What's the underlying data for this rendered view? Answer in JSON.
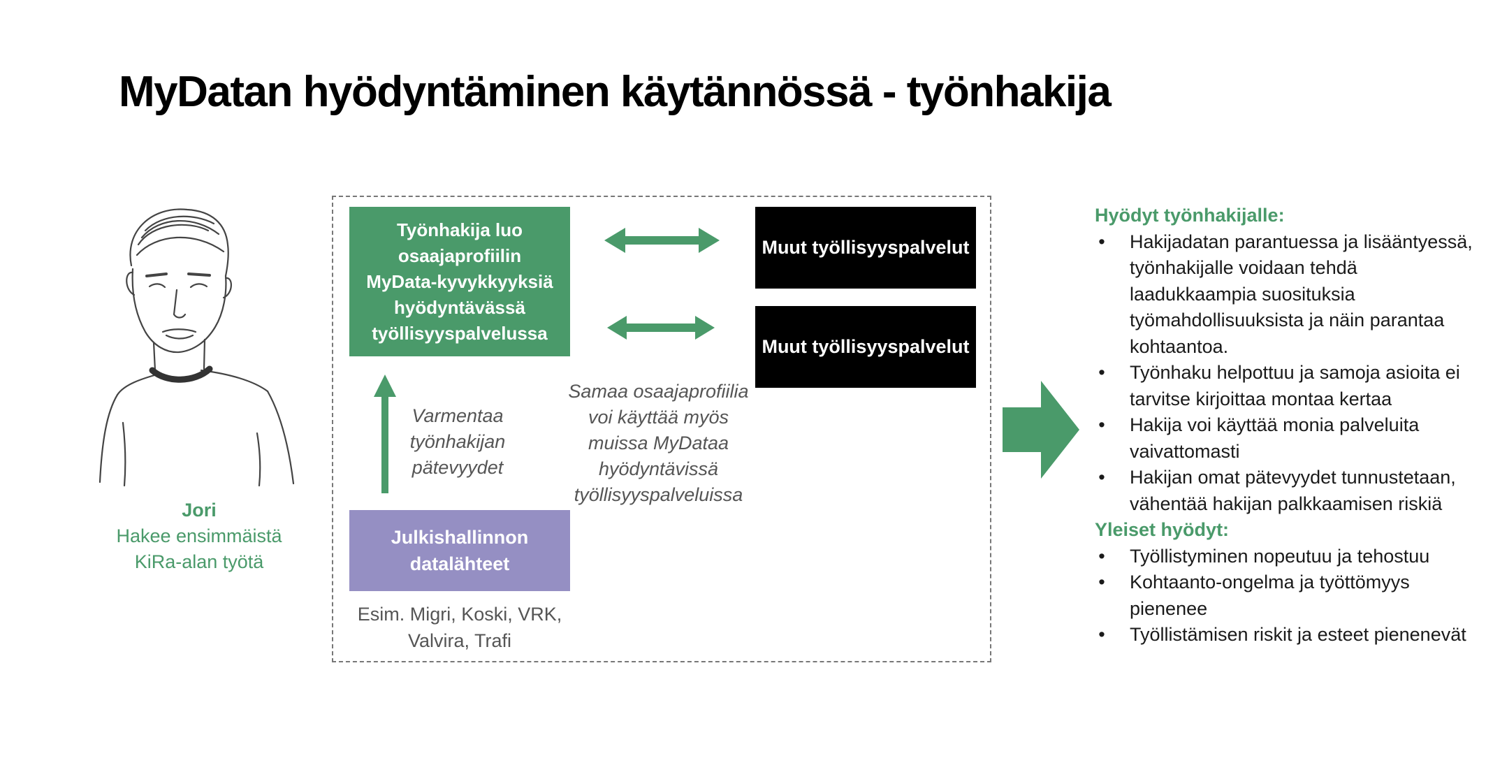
{
  "title": "MyDatan hyödyntäminen käytännössä - työnhakija",
  "person": {
    "name": "Jori",
    "desc_line1": "Hakee ensimmäistä",
    "desc_line2": "KiRa-alan työtä"
  },
  "profile_box": {
    "lines": [
      "Työnhakija luo",
      "osaajaprofiilin",
      "MyData-kyvykkyyksiä",
      "hyödyntävässä",
      "työllisyyspalvelussa"
    ]
  },
  "services": [
    {
      "label": "Muut työllisyyspalvelut"
    },
    {
      "label": "Muut työllisyyspalvelut"
    }
  ],
  "verify": {
    "lines": [
      "Varmentaa",
      "työnhakijan",
      "pätevyydet"
    ]
  },
  "share": {
    "lines": [
      "Samaa osaajaprofiilia",
      "voi käyttää myös",
      "muissa MyDataa",
      "hyödyntävissä",
      "työllisyyspalveluissa"
    ]
  },
  "source_box": {
    "lines": [
      "Julkishallinnon",
      "datalähteet"
    ]
  },
  "source_examples": {
    "lines": [
      "Esim. Migri, Koski, VRK,",
      "Valvira, Trafi"
    ]
  },
  "benefits": {
    "seeker_heading": "Hyödyt työnhakijalle:",
    "seeker_items": [
      "Hakijadatan parantuessa ja lisääntyessä, työnhakijalle voidaan tehdä laadukkaampia suosituksia työmahdollisuuksista ja näin parantaa kohtaantoa.",
      "Työnhaku helpottuu ja samoja asioita ei tarvitse kirjoittaa montaa kertaa",
      "Hakija voi käyttää monia palveluita vaivattomasti",
      "Hakijan omat pätevyydet tunnustetaan, vähentää hakijan palkkaamisen riskiä"
    ],
    "general_heading": "Yleiset hyödyt:",
    "general_items": [
      "Työllistyminen nopeutuu ja tehostuu",
      "Kohtaanto-ongelma ja työttömyys pienenee",
      "Työllistämisen riskit ja esteet pienenevät"
    ],
    "bullet": "•"
  },
  "colors": {
    "green": "#4a9a6a",
    "purple": "#958fc3",
    "black": "#000000"
  },
  "icons": {
    "person": "person-sketch-icon",
    "double_arrow": "double-arrow-icon",
    "up_arrow": "arrow-up-icon",
    "big_arrow": "arrow-right-icon"
  }
}
